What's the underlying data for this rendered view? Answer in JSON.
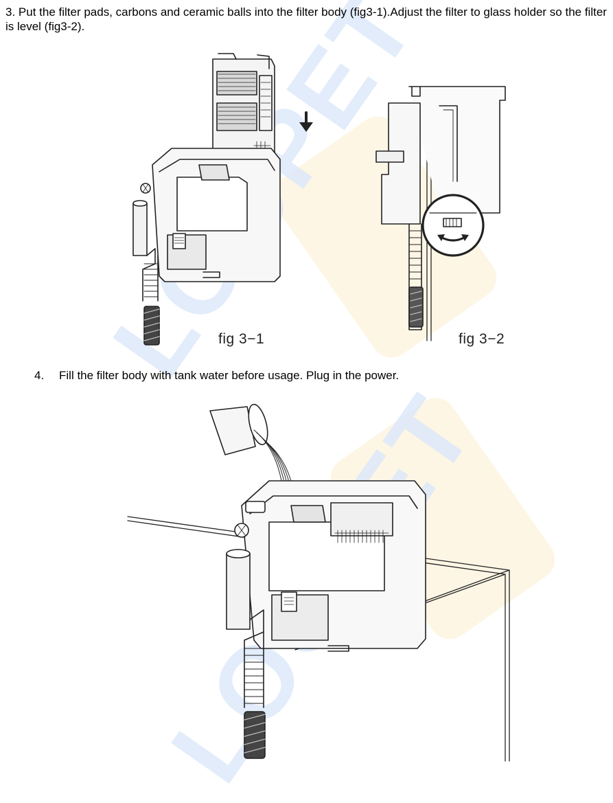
{
  "watermark": {
    "text": "LOOPET",
    "text_color": "#dbe8fb",
    "accent_color": "#fcf3dc"
  },
  "step3": {
    "text": "3. Put the filter pads, carbons and ceramic balls into the filter body (fig3-1).Adjust the filter to glass holder so the filter is level (fig3-2)."
  },
  "fig3_1": {
    "caption": "fig 3−1"
  },
  "fig3_2": {
    "caption": "fig 3−2"
  },
  "step4": {
    "number": "4.",
    "text": "Fill the filter body with tank water before usage. Plug in the power."
  },
  "icons": {
    "down_arrow": "down-arrow-icon",
    "rotate_arrow": "rotate-arrow-icon"
  }
}
